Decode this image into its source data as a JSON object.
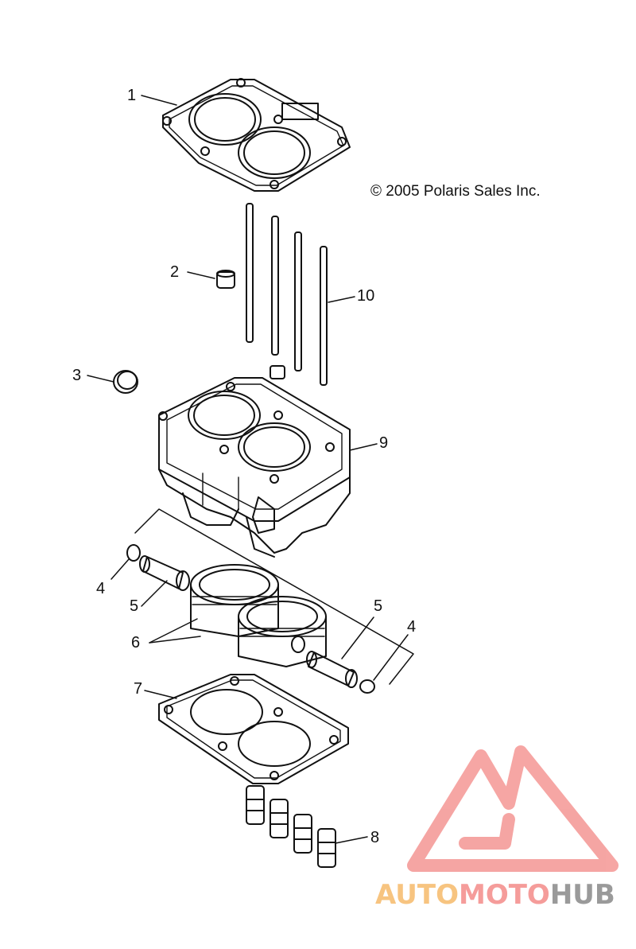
{
  "copyright": "© 2005 Polaris Sales Inc.",
  "callouts": {
    "c1": "1",
    "c2": "2",
    "c3": "3",
    "c4a": "4",
    "c4b": "4",
    "c5a": "5",
    "c5b": "5",
    "c6": "6",
    "c7": "7",
    "c8": "8",
    "c9": "9",
    "c10": "10"
  },
  "watermark": {
    "part1": "AUTO",
    "part2": "MOTO",
    "part3": "HUB"
  },
  "colors": {
    "line": "#111111",
    "watermark_red": "#f59c9a",
    "watermark_orange": "#f7c480",
    "watermark_gray": "#9a9a9a"
  }
}
